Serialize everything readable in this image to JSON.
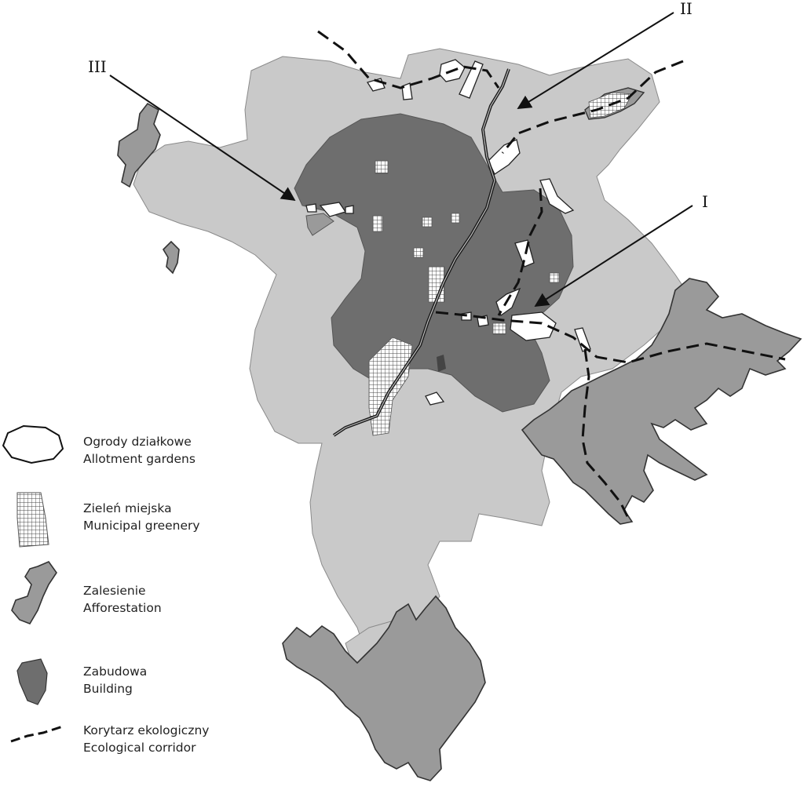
{
  "markers": [
    {
      "id": "I",
      "label": "I"
    },
    {
      "id": "II",
      "label": "II"
    },
    {
      "id": "III",
      "label": "III"
    }
  ],
  "legend": [
    {
      "key": "allotment",
      "pl": "Ogrody działkowe",
      "en": "Allotment gardens",
      "fill": "#ffffff"
    },
    {
      "key": "greenery",
      "pl": "Zieleń miejska",
      "en": "Municipal greenery",
      "fill": "hatch"
    },
    {
      "key": "afforestation",
      "pl": "Zalesienie",
      "en": "Afforestation",
      "fill": "#9a9a9a"
    },
    {
      "key": "building",
      "pl": "Zabudowa",
      "en": "Building",
      "fill": "#6e6e6e"
    },
    {
      "key": "corridor",
      "pl": "Korytarz ekologiczny",
      "en": "Ecological corridor",
      "stroke": "#111111"
    }
  ],
  "colors": {
    "territory": "#c9c9c9",
    "afforestation": "#9a9a9a",
    "building": "#6e6e6e",
    "outline": "#333333"
  }
}
